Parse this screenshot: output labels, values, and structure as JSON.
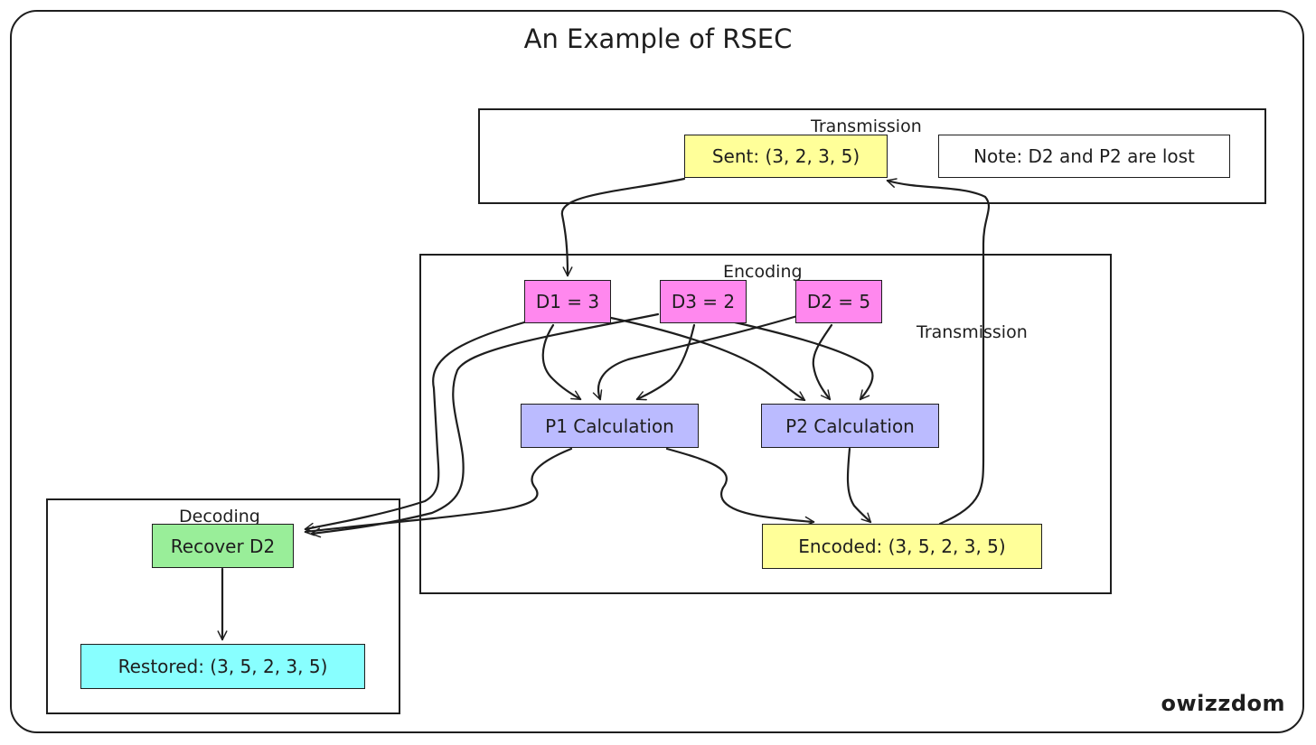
{
  "title": "An Example of RSEC",
  "groups": {
    "transmission": "Transmission",
    "encoding": "Encoding",
    "decoding": "Decoding"
  },
  "nodes": {
    "sent": "Sent: (3, 2, 3, 5)",
    "note": "Note: D2 and P2 are lost",
    "d1": "D1 = 3",
    "d3": "D3 = 2",
    "d2": "D2 = 5",
    "p1": "P1 Calculation",
    "p2": "P2 Calculation",
    "encoded": "Encoded: (3, 5, 2, 3, 5)",
    "recover": "Recover D2",
    "restored": "Restored: (3, 5, 2, 3, 5)"
  },
  "edge_labels": {
    "transmission": "Transmission"
  },
  "colors": {
    "sent": "#ffff99",
    "data": "#ff88ee",
    "parity": "#bbbbff",
    "encoded": "#ffff99",
    "recover": "#99ee99",
    "restored": "#88ffff",
    "stroke": "#1e1e1e"
  },
  "brand": "owizzdom"
}
